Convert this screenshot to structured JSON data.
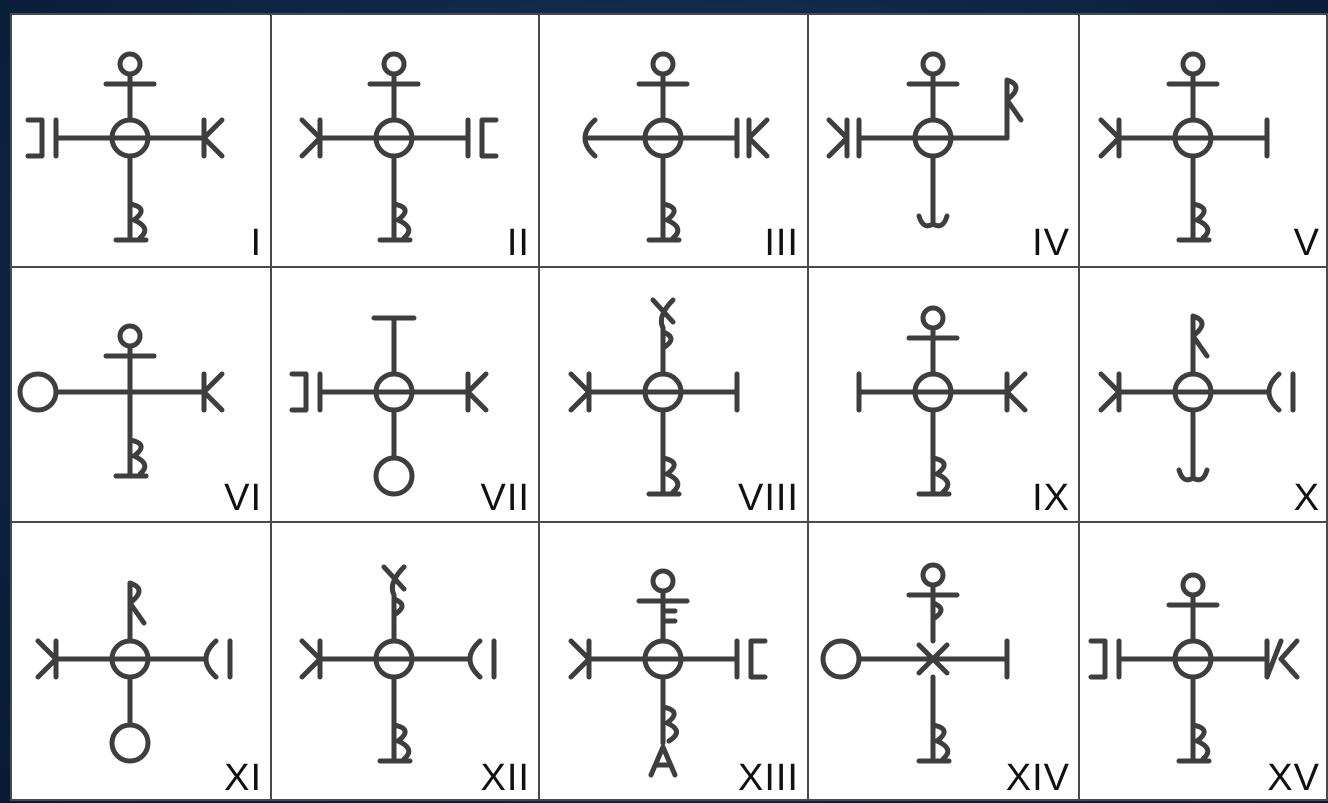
{
  "panels": [
    {
      "numeral": "I",
      "top": "circle",
      "left": "HE",
      "right": "K",
      "bottom": "B"
    },
    {
      "numeral": "II",
      "top": "circle",
      "left": "K",
      "right": "HE",
      "bottom": "B"
    },
    {
      "numeral": "III",
      "top": "circle",
      "left": "E",
      "right": "HK",
      "bottom": "B"
    },
    {
      "numeral": "IV",
      "top": "circle",
      "left": "HK",
      "right": "R",
      "bottom": "anchor"
    },
    {
      "numeral": "V",
      "top": "circle",
      "left": "K",
      "right": "H",
      "bottom": "B"
    },
    {
      "numeral": "VI",
      "top": "circle",
      "left": "theta",
      "right": "K",
      "bottom": "B",
      "noCenter": true
    },
    {
      "numeral": "VII",
      "top": "tee",
      "left": "HE",
      "right": "K",
      "bottom": "ring"
    },
    {
      "numeral": "VIII",
      "top": "X-P",
      "left": "K",
      "right": "H",
      "bottom": "B"
    },
    {
      "numeral": "IX",
      "top": "circle",
      "left": "H",
      "right": "K",
      "bottom": "B"
    },
    {
      "numeral": "X",
      "top": "R",
      "left": "K",
      "right": "EI",
      "bottom": "anchor"
    },
    {
      "numeral": "XI",
      "top": "R",
      "left": "K",
      "right": "EI",
      "bottom": "ring"
    },
    {
      "numeral": "XII",
      "top": "X-P",
      "left": "K",
      "right": "EI",
      "bottom": "B"
    },
    {
      "numeral": "XIII",
      "top": "circle-E",
      "left": "K",
      "right": "HE",
      "bottom": "B-A"
    },
    {
      "numeral": "XIV",
      "top": "circle-P",
      "left": "theta",
      "right": "H",
      "bottom": "B",
      "star": true
    },
    {
      "numeral": "XV",
      "top": "circle",
      "left": "HE",
      "right": "NK",
      "bottom": "B"
    }
  ]
}
